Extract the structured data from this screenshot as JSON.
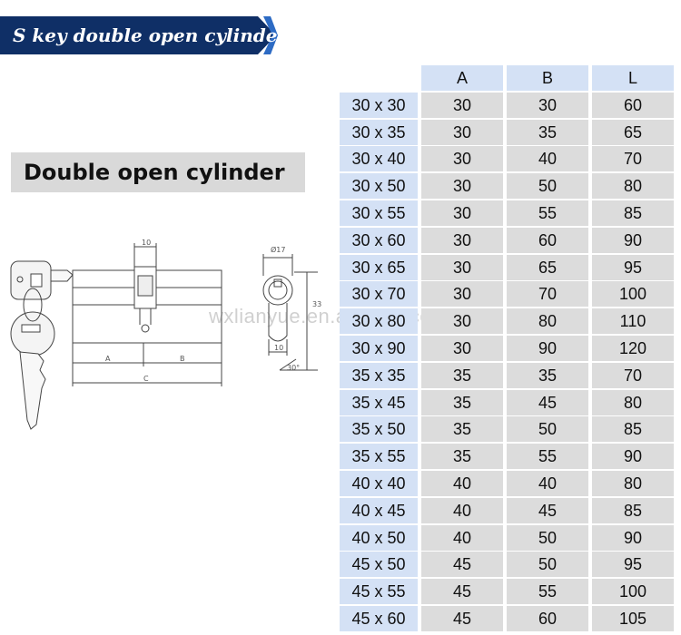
{
  "header": {
    "title": "S key double open cylinder"
  },
  "subtitle": "Double open cylinder",
  "watermark": "wxlianyue.en.alibaba.com",
  "drawing": {
    "dim_10_top": "10",
    "dim_A": "A",
    "dim_B": "B",
    "dim_C": "C",
    "dim_diameter": "Ø17",
    "dim_33": "33",
    "dim_10_side": "10",
    "dim_angle": "30°"
  },
  "table": {
    "headers": [
      "A",
      "B",
      "L"
    ],
    "rows": [
      {
        "size": "30 x 30",
        "a": "30",
        "b": "30",
        "l": "60"
      },
      {
        "size": "30 x 35",
        "a": "30",
        "b": "35",
        "l": "65"
      },
      {
        "size": "30 x 40",
        "a": "30",
        "b": "40",
        "l": "70"
      },
      {
        "size": "30 x 50",
        "a": "30",
        "b": "50",
        "l": "80"
      },
      {
        "size": "30 x 55",
        "a": "30",
        "b": "55",
        "l": "85"
      },
      {
        "size": "30 x 60",
        "a": "30",
        "b": "60",
        "l": "90"
      },
      {
        "size": "30 x 65",
        "a": "30",
        "b": "65",
        "l": "95"
      },
      {
        "size": "30 x 70",
        "a": "30",
        "b": "70",
        "l": "100"
      },
      {
        "size": "30 x 80",
        "a": "30",
        "b": "80",
        "l": "110"
      },
      {
        "size": "30 x 90",
        "a": "30",
        "b": "90",
        "l": "120"
      },
      {
        "size": "35 x 35",
        "a": "35",
        "b": "35",
        "l": "70"
      },
      {
        "size": "35 x 45",
        "a": "35",
        "b": "45",
        "l": "80"
      },
      {
        "size": "35 x 50",
        "a": "35",
        "b": "50",
        "l": "85"
      },
      {
        "size": "35 x 55",
        "a": "35",
        "b": "55",
        "l": "90"
      },
      {
        "size": "40 x 40",
        "a": "40",
        "b": "40",
        "l": "80"
      },
      {
        "size": "40 x 45",
        "a": "40",
        "b": "45",
        "l": "85"
      },
      {
        "size": "40 x 50",
        "a": "40",
        "b": "50",
        "l": "90"
      },
      {
        "size": "45 x 50",
        "a": "45",
        "b": "50",
        "l": "95"
      },
      {
        "size": "45 x 55",
        "a": "45",
        "b": "55",
        "l": "100"
      },
      {
        "size": "45 x 60",
        "a": "45",
        "b": "60",
        "l": "105"
      }
    ]
  },
  "colors": {
    "banner": "#0f2f66",
    "banner_accent": "#2d6bc4",
    "size_cell": "#d4e1f5",
    "value_cell": "#dcdcdc",
    "subtitle_box": "#d9d9d9"
  }
}
